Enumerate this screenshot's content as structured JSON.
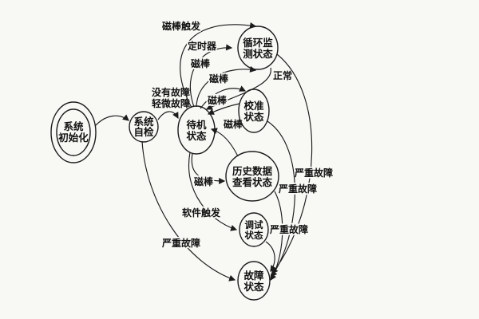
{
  "diagram": {
    "type": "state-diagram",
    "background_color": "#f8f8f5",
    "line_color": "#1c1c1c",
    "nodes": [
      {
        "id": "init",
        "label": "系统初始化",
        "lines": [
          "系统",
          "初始化"
        ],
        "shape": "double-circle"
      },
      {
        "id": "selfcheck",
        "label": "系统自检",
        "lines": [
          "系统",
          "自检"
        ],
        "shape": "circle"
      },
      {
        "id": "standby",
        "label": "待机状态",
        "lines": [
          "待机",
          "状态"
        ],
        "shape": "circle"
      },
      {
        "id": "monitor",
        "label": "循环监测状态",
        "lines": [
          "循环监",
          "测状态"
        ],
        "shape": "circle"
      },
      {
        "id": "calibrate",
        "label": "校准状态",
        "lines": [
          "校准",
          "状态"
        ],
        "shape": "circle"
      },
      {
        "id": "history",
        "label": "历史数据查看状态",
        "lines": [
          "历史数据",
          "查看状态"
        ],
        "shape": "circle"
      },
      {
        "id": "debug",
        "label": "调试状态",
        "lines": [
          "调试",
          "状态"
        ],
        "shape": "circle"
      },
      {
        "id": "fault",
        "label": "故障状态",
        "lines": [
          "故障",
          "状态"
        ],
        "shape": "circle"
      }
    ],
    "edges": [
      {
        "from": "init",
        "to": "selfcheck",
        "label": ""
      },
      {
        "from": "selfcheck",
        "to": "standby",
        "label": "没有故障/轻微故障",
        "label_lines": [
          "没有故障",
          "轻微故障"
        ]
      },
      {
        "from": "standby",
        "to": "monitor",
        "label": "磁棒触发"
      },
      {
        "from": "standby",
        "to": "monitor",
        "label": "定时器"
      },
      {
        "from": "standby",
        "to": "monitor",
        "label": "磁棒"
      },
      {
        "from": "monitor",
        "to": "standby",
        "label": "正常"
      },
      {
        "from": "standby",
        "to": "calibrate",
        "label": "磁棒"
      },
      {
        "from": "calibrate",
        "to": "standby",
        "label": "磁棒"
      },
      {
        "from": "history",
        "to": "standby",
        "label": "磁棒"
      },
      {
        "from": "standby",
        "to": "history",
        "label": "磁棒"
      },
      {
        "from": "standby",
        "to": "debug",
        "label": "软件触发"
      },
      {
        "from": "selfcheck",
        "to": "fault",
        "label": "严重故障"
      },
      {
        "from": "monitor",
        "to": "fault",
        "label": "严重故障"
      },
      {
        "from": "calibrate",
        "to": "fault",
        "label": "严重故障"
      },
      {
        "from": "history",
        "to": "fault",
        "label": ""
      },
      {
        "from": "debug",
        "to": "fault",
        "label": "严重故障"
      }
    ]
  }
}
